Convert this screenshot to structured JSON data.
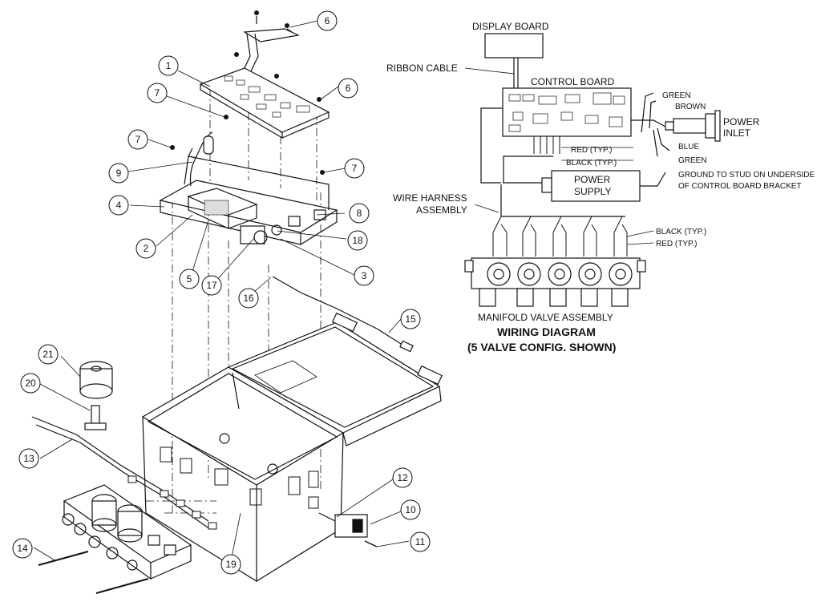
{
  "callouts": [
    {
      "num": "1"
    },
    {
      "num": "2"
    },
    {
      "num": "3"
    },
    {
      "num": "4"
    },
    {
      "num": "5"
    },
    {
      "num": "6"
    },
    {
      "num": "6"
    },
    {
      "num": "7"
    },
    {
      "num": "7"
    },
    {
      "num": "7"
    },
    {
      "num": "8"
    },
    {
      "num": "9"
    },
    {
      "num": "10"
    },
    {
      "num": "11"
    },
    {
      "num": "12"
    },
    {
      "num": "13"
    },
    {
      "num": "14"
    },
    {
      "num": "15"
    },
    {
      "num": "16"
    },
    {
      "num": "17"
    },
    {
      "num": "18"
    },
    {
      "num": "19"
    },
    {
      "num": "20"
    },
    {
      "num": "21"
    }
  ],
  "wiring": {
    "display_board": "DISPLAY BOARD",
    "ribbon_cable": "RIBBON CABLE",
    "control_board": "CONTROL BOARD",
    "power_supply_line1": "POWER",
    "power_supply_line2": "SUPPLY",
    "power_inlet_line1": "POWER",
    "power_inlet_line2": "INLET",
    "green_top": "GREEN",
    "brown": "BROWN",
    "blue": "BLUE",
    "green_bottom": "GREEN",
    "ground_line1": "GROUND TO STUD ON UNDERSIDE",
    "ground_line2": "OF CONTROL BOARD BRACKET",
    "red_typ_top": "RED (TYP.)",
    "black_typ_top": "BLACK (TYP.)",
    "harness_line1": "WIRE HARNESS",
    "harness_line2": "ASSEMBLY",
    "black_typ_valve": "BLACK (TYP.)",
    "red_typ_valve": "RED (TYP.)",
    "manifold": "MANIFOLD VALVE ASSEMBLY",
    "title_line1": "WIRING DIAGRAM",
    "title_line2": "(5 VALVE CONFIG. SHOWN)"
  }
}
